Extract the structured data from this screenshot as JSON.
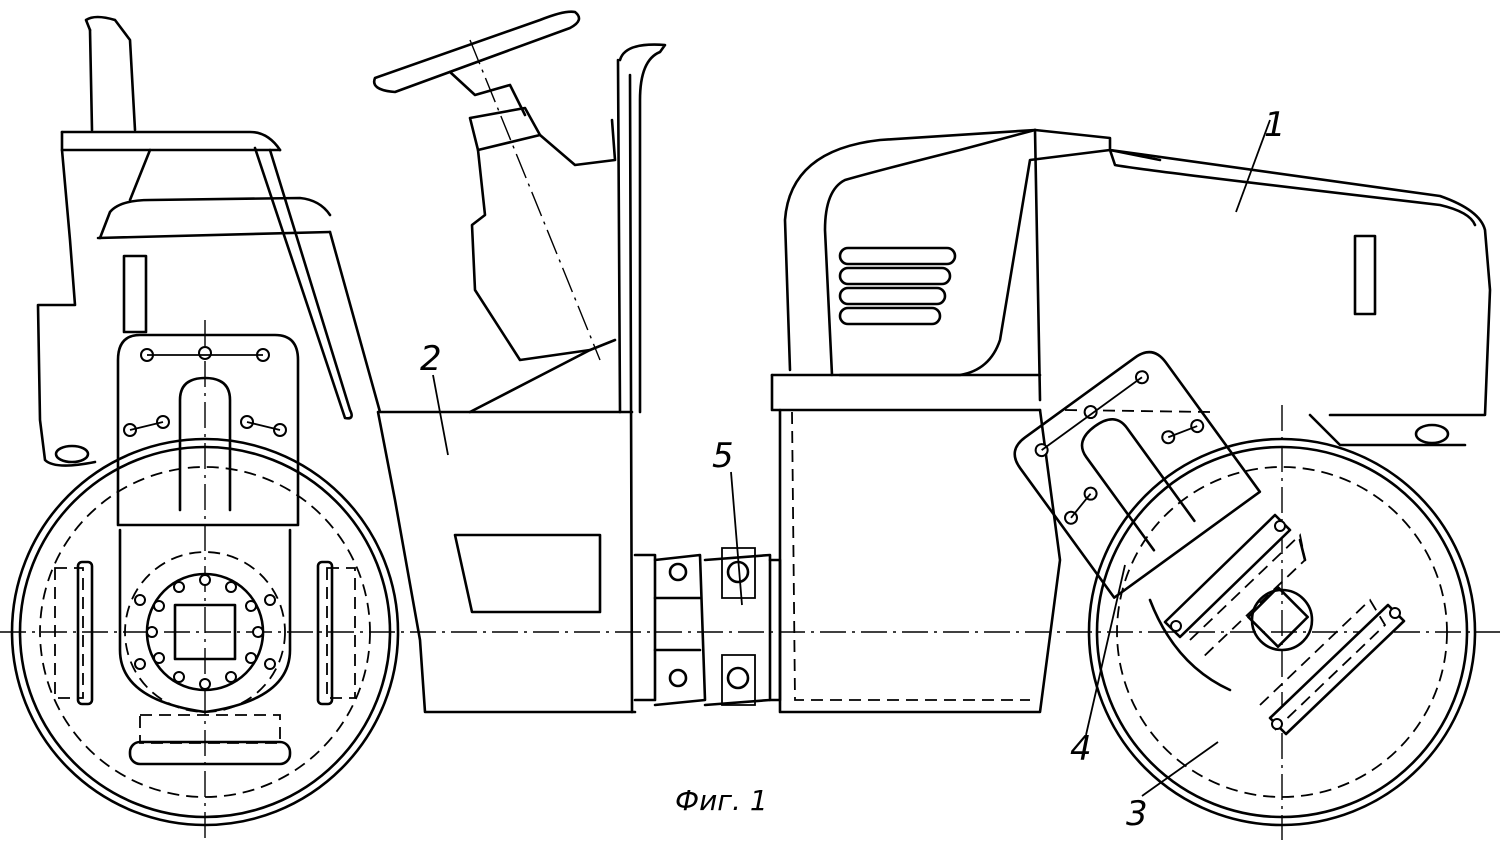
{
  "figure": {
    "caption": "Фиг. 1",
    "labels": [
      {
        "id": "1",
        "text": "1"
      },
      {
        "id": "2",
        "text": "2"
      },
      {
        "id": "3",
        "text": "3"
      },
      {
        "id": "4",
        "text": "4"
      },
      {
        "id": "5",
        "text": "5"
      }
    ]
  },
  "colors": {
    "ink": "#000000",
    "paper": "#ffffff"
  }
}
